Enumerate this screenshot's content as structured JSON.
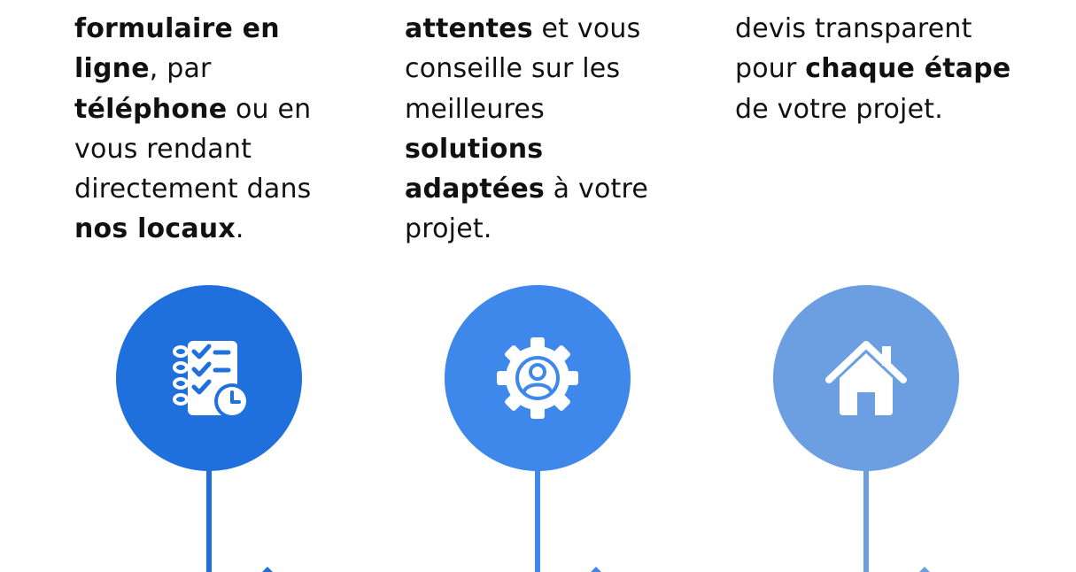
{
  "steps": [
    {
      "segments": [
        {
          "text": "formulaire en ligne",
          "bold": true
        },
        {
          "text": ", par ",
          "bold": false
        },
        {
          "text": "téléphone",
          "bold": true
        },
        {
          "text": " ou en vous rendant directement dans ",
          "bold": false
        },
        {
          "text": "nos locaux",
          "bold": true
        },
        {
          "text": ".",
          "bold": false
        }
      ],
      "icon": "checklist-clock-icon",
      "color": "#1f6fdd"
    },
    {
      "segments": [
        {
          "text": "attentes",
          "bold": true
        },
        {
          "text": " et vous conseille sur les meilleures ",
          "bold": false
        },
        {
          "text": "solutions adaptées",
          "bold": true
        },
        {
          "text": " à votre projet.",
          "bold": false
        }
      ],
      "icon": "gear-user-icon",
      "color": "#3d88ea"
    },
    {
      "segments": [
        {
          "text": "devis transparent pour ",
          "bold": false
        },
        {
          "text": "chaque étape",
          "bold": true
        },
        {
          "text": " de votre projet.",
          "bold": false
        }
      ],
      "icon": "house-icon",
      "color": "#6b9fe1"
    }
  ]
}
